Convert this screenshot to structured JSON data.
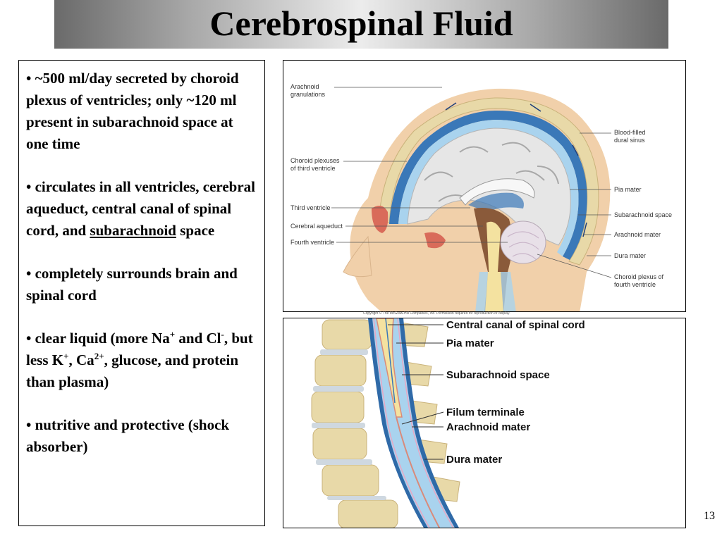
{
  "slide": {
    "title": "Cerebrospinal Fluid",
    "page_number": "13",
    "copyright": "Copyright © The McGraw-Hill Companies, Inc. Permission required for reproduction or display."
  },
  "bullets": [
    {
      "text": "• ~500 ml/day secreted by choroid plexus of ventricles; only ~120 ml present in subarachnoid space at one time"
    },
    {
      "pre": "• circulates in all ventricles, cerebral aqueduct, central canal of spinal cord, and ",
      "underlined": "subarachnoid",
      "post": " space"
    },
    {
      "text": "• completely surrounds brain and spinal cord"
    },
    {
      "p1": "• clear liquid (more Na",
      "s1": "+",
      "p2": " and Cl",
      "s2": "-",
      "p3": ", but less K",
      "s3": "+",
      "p4": ", Ca",
      "s4": "2+",
      "p5": ", glucose, and protein than plasma)"
    },
    {
      "text": "• nutritive and protective (shock absorber)"
    }
  ],
  "brain_figure": {
    "labels_left": [
      {
        "line1": "Arachnoid",
        "line2": "granulations"
      },
      {
        "line1": "Choroid plexuses",
        "line2": "of third ventricle"
      },
      {
        "line1": "Third ventricle"
      },
      {
        "line1": "Cerebral aqueduct"
      },
      {
        "line1": "Fourth ventricle"
      }
    ],
    "labels_right": [
      {
        "line1": "Blood-filled",
        "line2": "dural sinus"
      },
      {
        "line1": "Pia mater"
      },
      {
        "line1": "Subarachnoid space"
      },
      {
        "line1": "Arachnoid mater"
      },
      {
        "line1": "Dura mater"
      },
      {
        "line1": "Choroid plexus of",
        "line2": "fourth ventricle"
      }
    ]
  },
  "spine_figure": {
    "labels": [
      "Central canal of spinal cord",
      "Pia mater",
      "Subarachnoid space",
      "Filum terminale",
      "Arachnoid mater",
      "Dura mater"
    ]
  },
  "colors": {
    "csf_blue": "#3a78b8",
    "light_blue": "#a9d3ee",
    "bone": "#e8d9a8",
    "brain": "#e6e6e6",
    "skin": "#f1d0aa",
    "sinus": "#d96b5a",
    "brainstem": "#8a5a3a"
  }
}
